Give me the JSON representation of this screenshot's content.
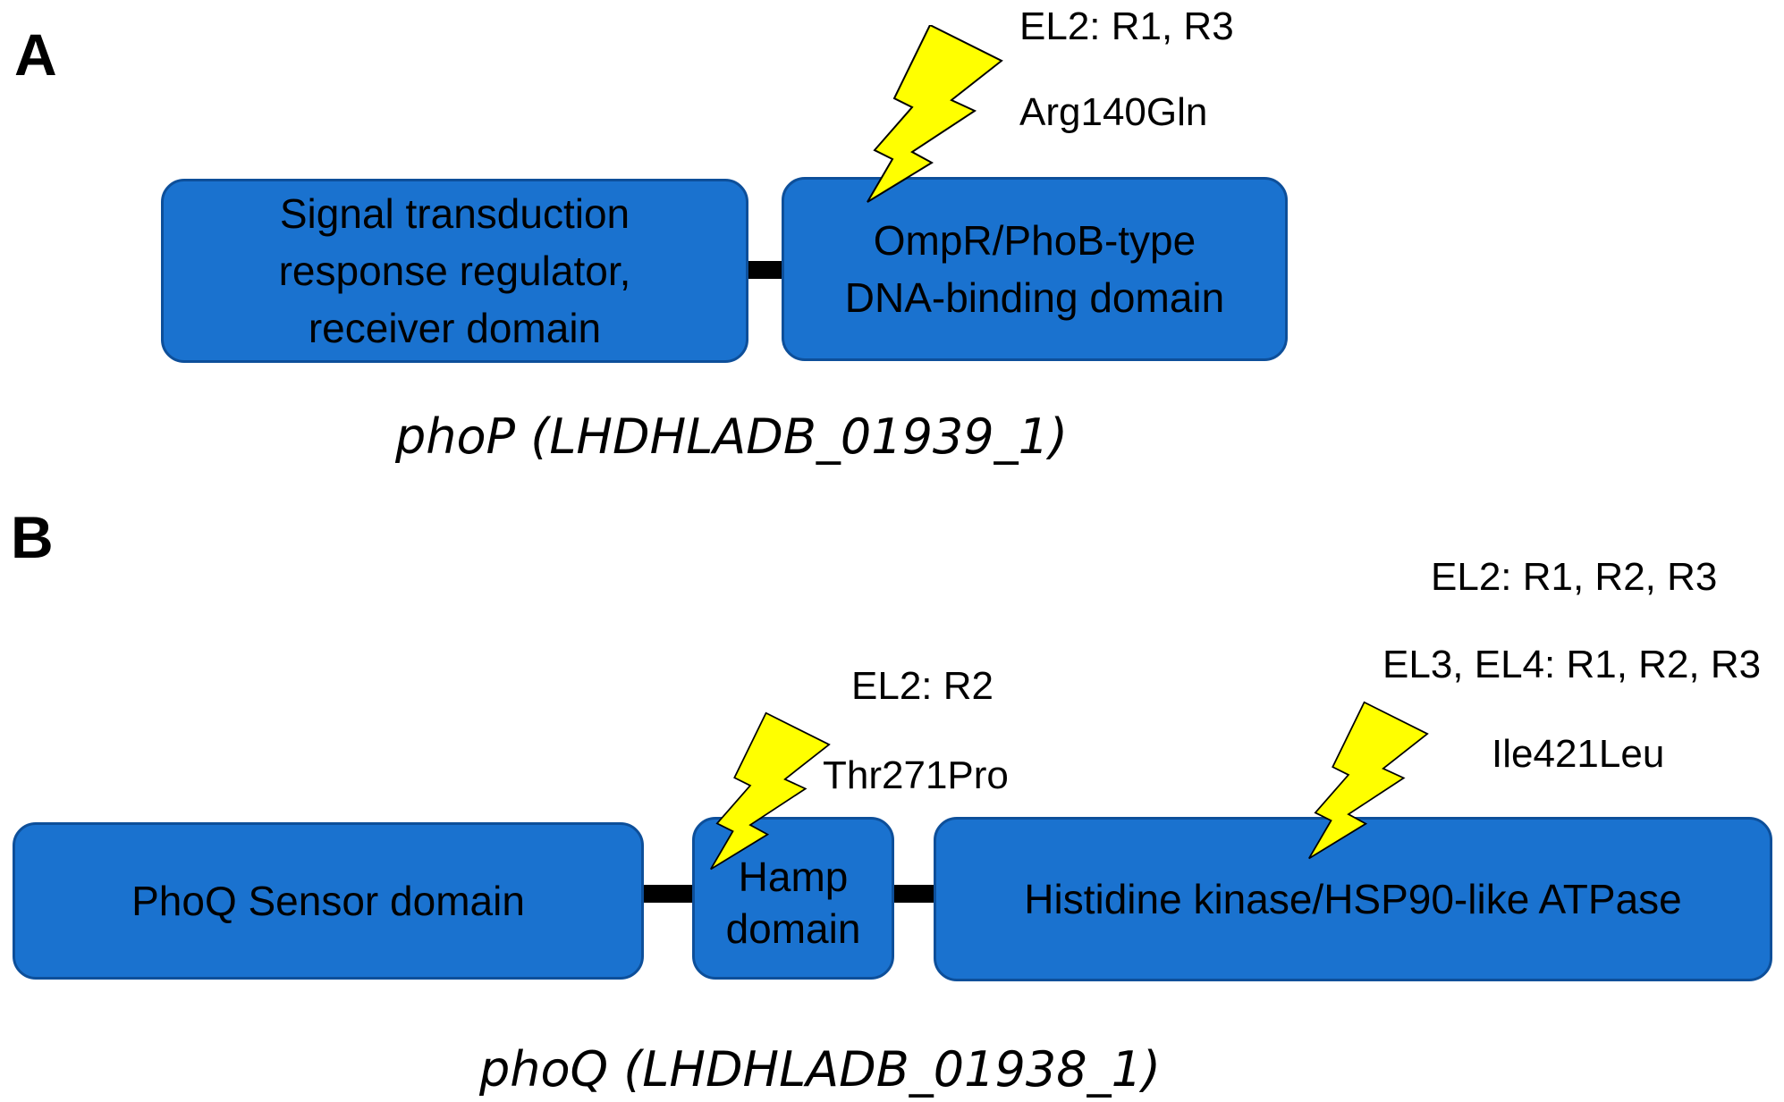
{
  "panels": {
    "A": {
      "letter": "A",
      "gene_label": "phoP (LHDHLADB_01939_1)",
      "domains": [
        "Signal transduction\nresponse regulator,\nreceiver domain",
        "OmpR/PhoB-type\nDNA-binding domain"
      ],
      "mutation": {
        "populations": "EL2: R1, R3",
        "change": "Arg140Gln"
      }
    },
    "B": {
      "letter": "B",
      "gene_label": "phoQ (LHDHLADB_01938_1)",
      "domains": [
        "PhoQ Sensor domain",
        "Hamp\ndomain",
        "Histidine kinase/HSP90-like ATPase"
      ],
      "mutations": [
        {
          "populations": "EL2: R2",
          "change": "Thr271Pro"
        },
        {
          "populations": "EL2: R1, R2, R3",
          "populations_2": "EL3, EL4: R1, R2, R3",
          "change": "Ile421Leu"
        }
      ]
    }
  },
  "colors": {
    "domain_fill": "#1a72cf",
    "domain_border": "#0d4f9a",
    "bolt_fill": "#ffff00",
    "linker": "#000000"
  },
  "icons": {
    "mutation_marker": "lightning-bolt-icon"
  }
}
